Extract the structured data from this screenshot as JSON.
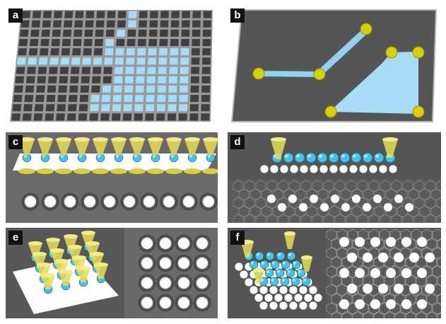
{
  "panels": [
    {
      "id": "a",
      "label": "a"
    },
    {
      "id": "b",
      "label": "b"
    },
    {
      "id": "c",
      "label": "c"
    },
    {
      "id": "d",
      "label": "d"
    },
    {
      "id": "e",
      "label": "e"
    },
    {
      "id": "f",
      "label": "f"
    }
  ],
  "colors": {
    "background": "#555555",
    "grid_line": "#9a9a9a",
    "grid_cell": "#3f3f3f",
    "highlight_blue": "#9fd8f5",
    "light_blue": "#bfe7fb",
    "yellow": "#e8e066",
    "yellow_sphere": "#d8d000",
    "cyan_atom": "#3fc3ea",
    "white_atom": "#f2f2f2"
  },
  "panel_a_grid": {
    "cols": 18,
    "rows": 12,
    "highlighted_cells": [
      [
        10,
        0
      ],
      [
        10,
        1
      ],
      [
        9,
        2
      ],
      [
        8,
        3
      ],
      [
        8,
        4
      ],
      [
        9,
        4
      ],
      [
        10,
        4
      ],
      [
        11,
        4
      ],
      [
        12,
        4
      ],
      [
        13,
        4
      ],
      [
        14,
        4
      ],
      [
        15,
        4
      ],
      [
        0,
        5
      ],
      [
        1,
        5
      ],
      [
        2,
        5
      ],
      [
        3,
        5
      ],
      [
        4,
        5
      ],
      [
        5,
        5
      ],
      [
        6,
        5
      ],
      [
        7,
        5
      ],
      [
        8,
        5
      ],
      [
        9,
        5
      ],
      [
        10,
        5
      ],
      [
        11,
        5
      ],
      [
        12,
        5
      ],
      [
        13,
        5
      ],
      [
        14,
        5
      ],
      [
        15,
        5
      ],
      [
        9,
        6
      ],
      [
        10,
        6
      ],
      [
        11,
        6
      ],
      [
        12,
        6
      ],
      [
        13,
        6
      ],
      [
        14,
        6
      ],
      [
        15,
        6
      ],
      [
        9,
        7
      ],
      [
        10,
        7
      ],
      [
        11,
        7
      ],
      [
        12,
        7
      ],
      [
        13,
        7
      ],
      [
        14,
        7
      ],
      [
        15,
        7
      ],
      [
        8,
        8
      ],
      [
        9,
        8
      ],
      [
        10,
        8
      ],
      [
        11,
        8
      ],
      [
        12,
        8
      ],
      [
        13,
        8
      ],
      [
        14,
        8
      ],
      [
        15,
        8
      ],
      [
        7,
        9
      ],
      [
        8,
        9
      ],
      [
        9,
        9
      ],
      [
        10,
        9
      ],
      [
        11,
        9
      ],
      [
        12,
        9
      ],
      [
        13,
        9
      ],
      [
        14,
        9
      ],
      [
        15,
        9
      ],
      [
        7,
        10
      ],
      [
        8,
        10
      ],
      [
        9,
        10
      ],
      [
        10,
        10
      ],
      [
        11,
        10
      ],
      [
        12,
        10
      ],
      [
        13,
        10
      ],
      [
        14,
        10
      ],
      [
        15,
        10
      ]
    ]
  }
}
